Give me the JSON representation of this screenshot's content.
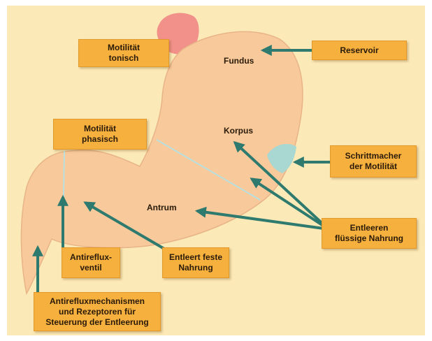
{
  "regions": {
    "fundus": "Fundus",
    "korpus": "Korpus",
    "antrum": "Antrum"
  },
  "labels": {
    "motilitaet_tonisch": "Motilität\ntonisch",
    "motilitaet_phasisch": "Motilität\nphasisch",
    "reservoir": "Reservoir",
    "schrittmacher": "Schrittmacher\nder Motilität",
    "entleeren_fluessig": "Entleeren\nflüssige Nahrung",
    "entleert_feste": "Entleert feste\nNahrung",
    "antireflux_ventil": "Antireflux-\nventil",
    "antirefluxmechanismen": "Antirefluxmechanismen\nund Rezeptoren für\nSteuerung der Entleerung"
  },
  "colors": {
    "background": "#fbe9b7",
    "stomach": "#f8c99b",
    "esophagus": "#f2908a",
    "pacemaker": "#a9d7d2",
    "label_box": "#f6b03e",
    "arrow": "#2e7a6e"
  }
}
